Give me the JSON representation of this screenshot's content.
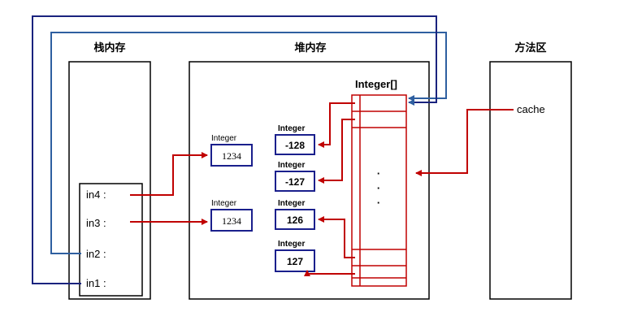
{
  "regions": {
    "stack_title": "栈内存",
    "heap_title": "堆内存",
    "method_title": "方法区"
  },
  "stack_vars": [
    "in4 :",
    "in3 :",
    "in2 :",
    "in1 :"
  ],
  "heap_objects": [
    {
      "type_label": "Integer",
      "value": "1234"
    },
    {
      "type_label": "Integer",
      "value": "1234"
    }
  ],
  "cache_entries": [
    {
      "type_label": "Integer",
      "value": "-128"
    },
    {
      "type_label": "Integer",
      "value": "-127"
    },
    {
      "type_label": "Integer",
      "value": "126"
    },
    {
      "type_label": "Integer",
      "value": "127"
    }
  ],
  "array_label": "Integer[]",
  "ellipsis": [
    "·",
    "·",
    "·"
  ],
  "method_field": "cache"
}
